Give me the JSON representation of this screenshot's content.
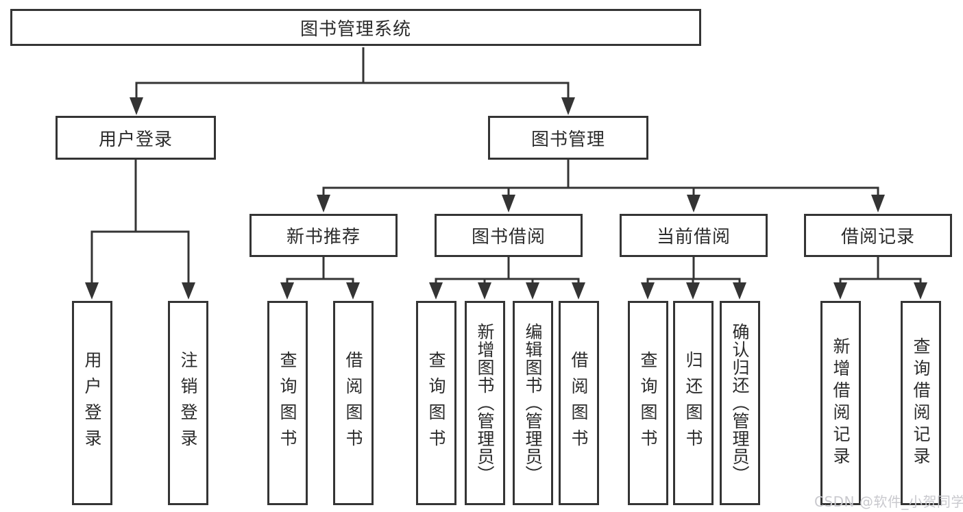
{
  "nodes": {
    "root": "图书管理系统",
    "user_login": "用户登录",
    "book_management": "图书管理",
    "new_book_recommend": "新书推荐",
    "book_borrowing": "图书借阅",
    "current_borrowing": "当前借阅",
    "borrowing_records": "借阅记录",
    "leaf_user_login": "用户登录",
    "leaf_logout_login": "注销登录",
    "leaf_nb_query_books": "查询图书",
    "leaf_nb_borrow_books": "借阅图书",
    "leaf_bb_query_books": "查询图书",
    "leaf_bb_add_books": "新增图书（管理员）",
    "leaf_bb_edit_books": "编辑图书（管理员）",
    "leaf_bb_borrow_books": "借阅图书",
    "leaf_cb_query_books": "查询图书",
    "leaf_cb_return_books": "归还图书",
    "leaf_cb_confirm_return": "确认归还（管理员）",
    "leaf_br_add_record": "新增借阅记录",
    "leaf_br_query_record": "查询借阅记录"
  },
  "watermark": {
    "text": "CSDN @软件_小贺同学"
  },
  "colors": {
    "line": "#343434",
    "text": "#2b2b2b",
    "background": "#ffffff",
    "watermark": "#c9c9ce"
  }
}
